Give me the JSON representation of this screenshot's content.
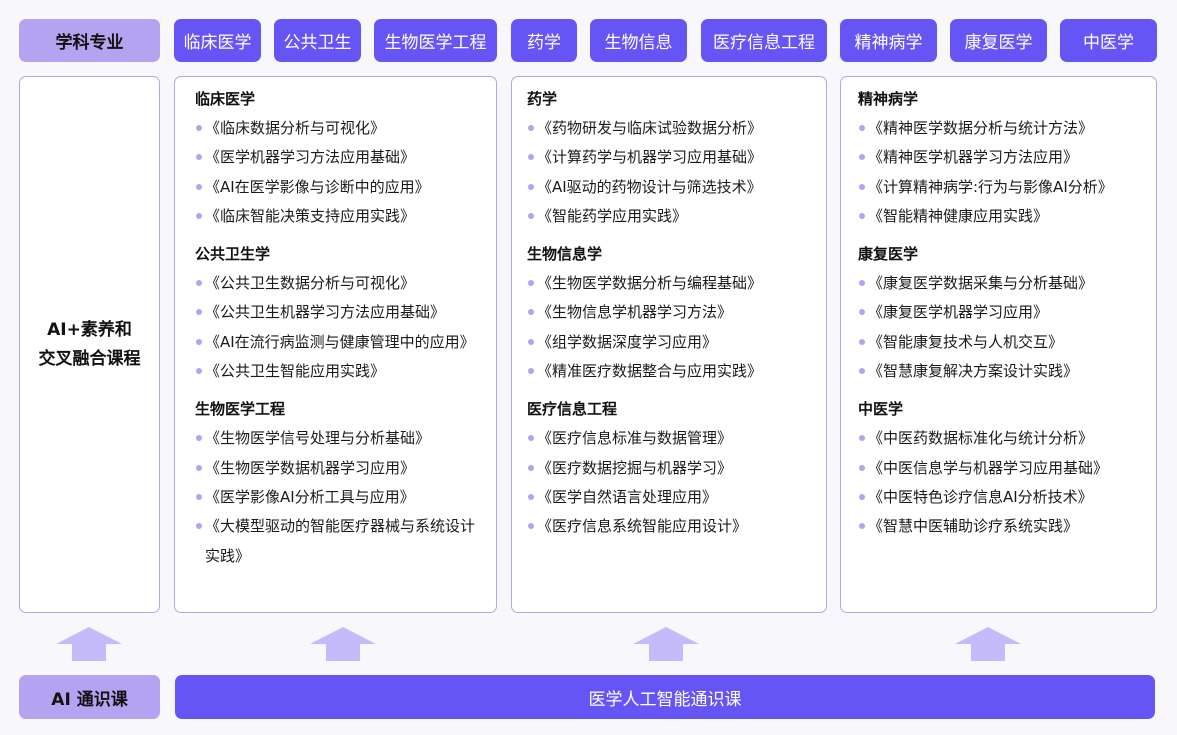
{
  "header": {
    "row_label": "学科专业",
    "tabs": [
      {
        "label": "临床医学"
      },
      {
        "label": "公共卫生"
      },
      {
        "label": "生物医学工程"
      },
      {
        "label": "药学"
      },
      {
        "label": "生物信息"
      },
      {
        "label": "医疗信息工程"
      },
      {
        "label": "精神病学"
      },
      {
        "label": "康复医学"
      },
      {
        "label": "中医学"
      }
    ]
  },
  "side_card": {
    "line1": "AI+素养和",
    "line2": "交叉融合课程"
  },
  "cards": [
    {
      "sections": [
        {
          "title": "临床医学",
          "items": [
            "《临床数据分析与可视化》",
            "《医学机器学习方法应用基础》",
            "《AI在医学影像与诊断中的应用》",
            "《临床智能决策支持应用实践》"
          ]
        },
        {
          "title": "公共卫生学",
          "items": [
            "《公共卫生数据分析与可视化》",
            "《公共卫生机器学习方法应用基础》",
            "《AI在流行病监测与健康管理中的应用》",
            "《公共卫生智能应用实践》"
          ]
        },
        {
          "title": "生物医学工程",
          "items": [
            "《生物医学信号处理与分析基础》",
            "《生物医学数据机器学习应用》",
            "《医学影像AI分析工具与应用》",
            "《大模型驱动的智能医疗器械与系统设计实践》"
          ]
        }
      ]
    },
    {
      "sections": [
        {
          "title": "药学",
          "items": [
            "《药物研发与临床试验数据分析》",
            "《计算药学与机器学习应用基础》",
            "《AI驱动的药物设计与筛选技术》",
            "《智能药学应用实践》"
          ]
        },
        {
          "title": "生物信息学",
          "items": [
            "《生物医学数据分析与编程基础》",
            "《生物信息学机器学习方法》",
            "《组学数据深度学习应用》",
            "《精准医疗数据整合与应用实践》"
          ]
        },
        {
          "title": "医疗信息工程",
          "items": [
            "《医疗信息标准与数据管理》",
            "《医疗数据挖掘与机器学习》",
            "《医学自然语言处理应用》",
            "《医疗信息系统智能应用设计》"
          ]
        }
      ]
    },
    {
      "sections": [
        {
          "title": "精神病学",
          "items": [
            "《精神医学数据分析与统计方法》",
            "《精神医学机器学习方法应用》",
            "《计算精神病学:行为与影像AI分析》",
            "《智能精神健康应用实践》"
          ]
        },
        {
          "title": "康复医学",
          "items": [
            "《康复医学数据采集与分析基础》",
            "《康复医学机器学习应用》",
            "《智能康复技术与人机交互》",
            "《智慧康复解决方案设计实践》"
          ]
        },
        {
          "title": "中医学",
          "items": [
            "《中医药数据标准化与统计分析》",
            "《中医信息学与机器学习应用基础》",
            "《中医特色诊疗信息AI分析技术》",
            "《智慧中医辅助诊疗系统实践》"
          ]
        }
      ]
    }
  ],
  "arrows": [
    {
      "icon": "up-arrow-icon"
    },
    {
      "icon": "up-arrow-icon"
    },
    {
      "icon": "up-arrow-icon"
    },
    {
      "icon": "up-arrow-icon"
    }
  ],
  "footer": {
    "row_label": "AI 通识课",
    "bar_label": "医学人工智能通识课"
  },
  "colors": {
    "background": "#f7f7fc",
    "primary": "#6655f5",
    "light_purple": "#b3a3f0",
    "card_border": "#b5a6e6",
    "arrow": "#c5bafa",
    "bullet": "#b3a3f0"
  }
}
